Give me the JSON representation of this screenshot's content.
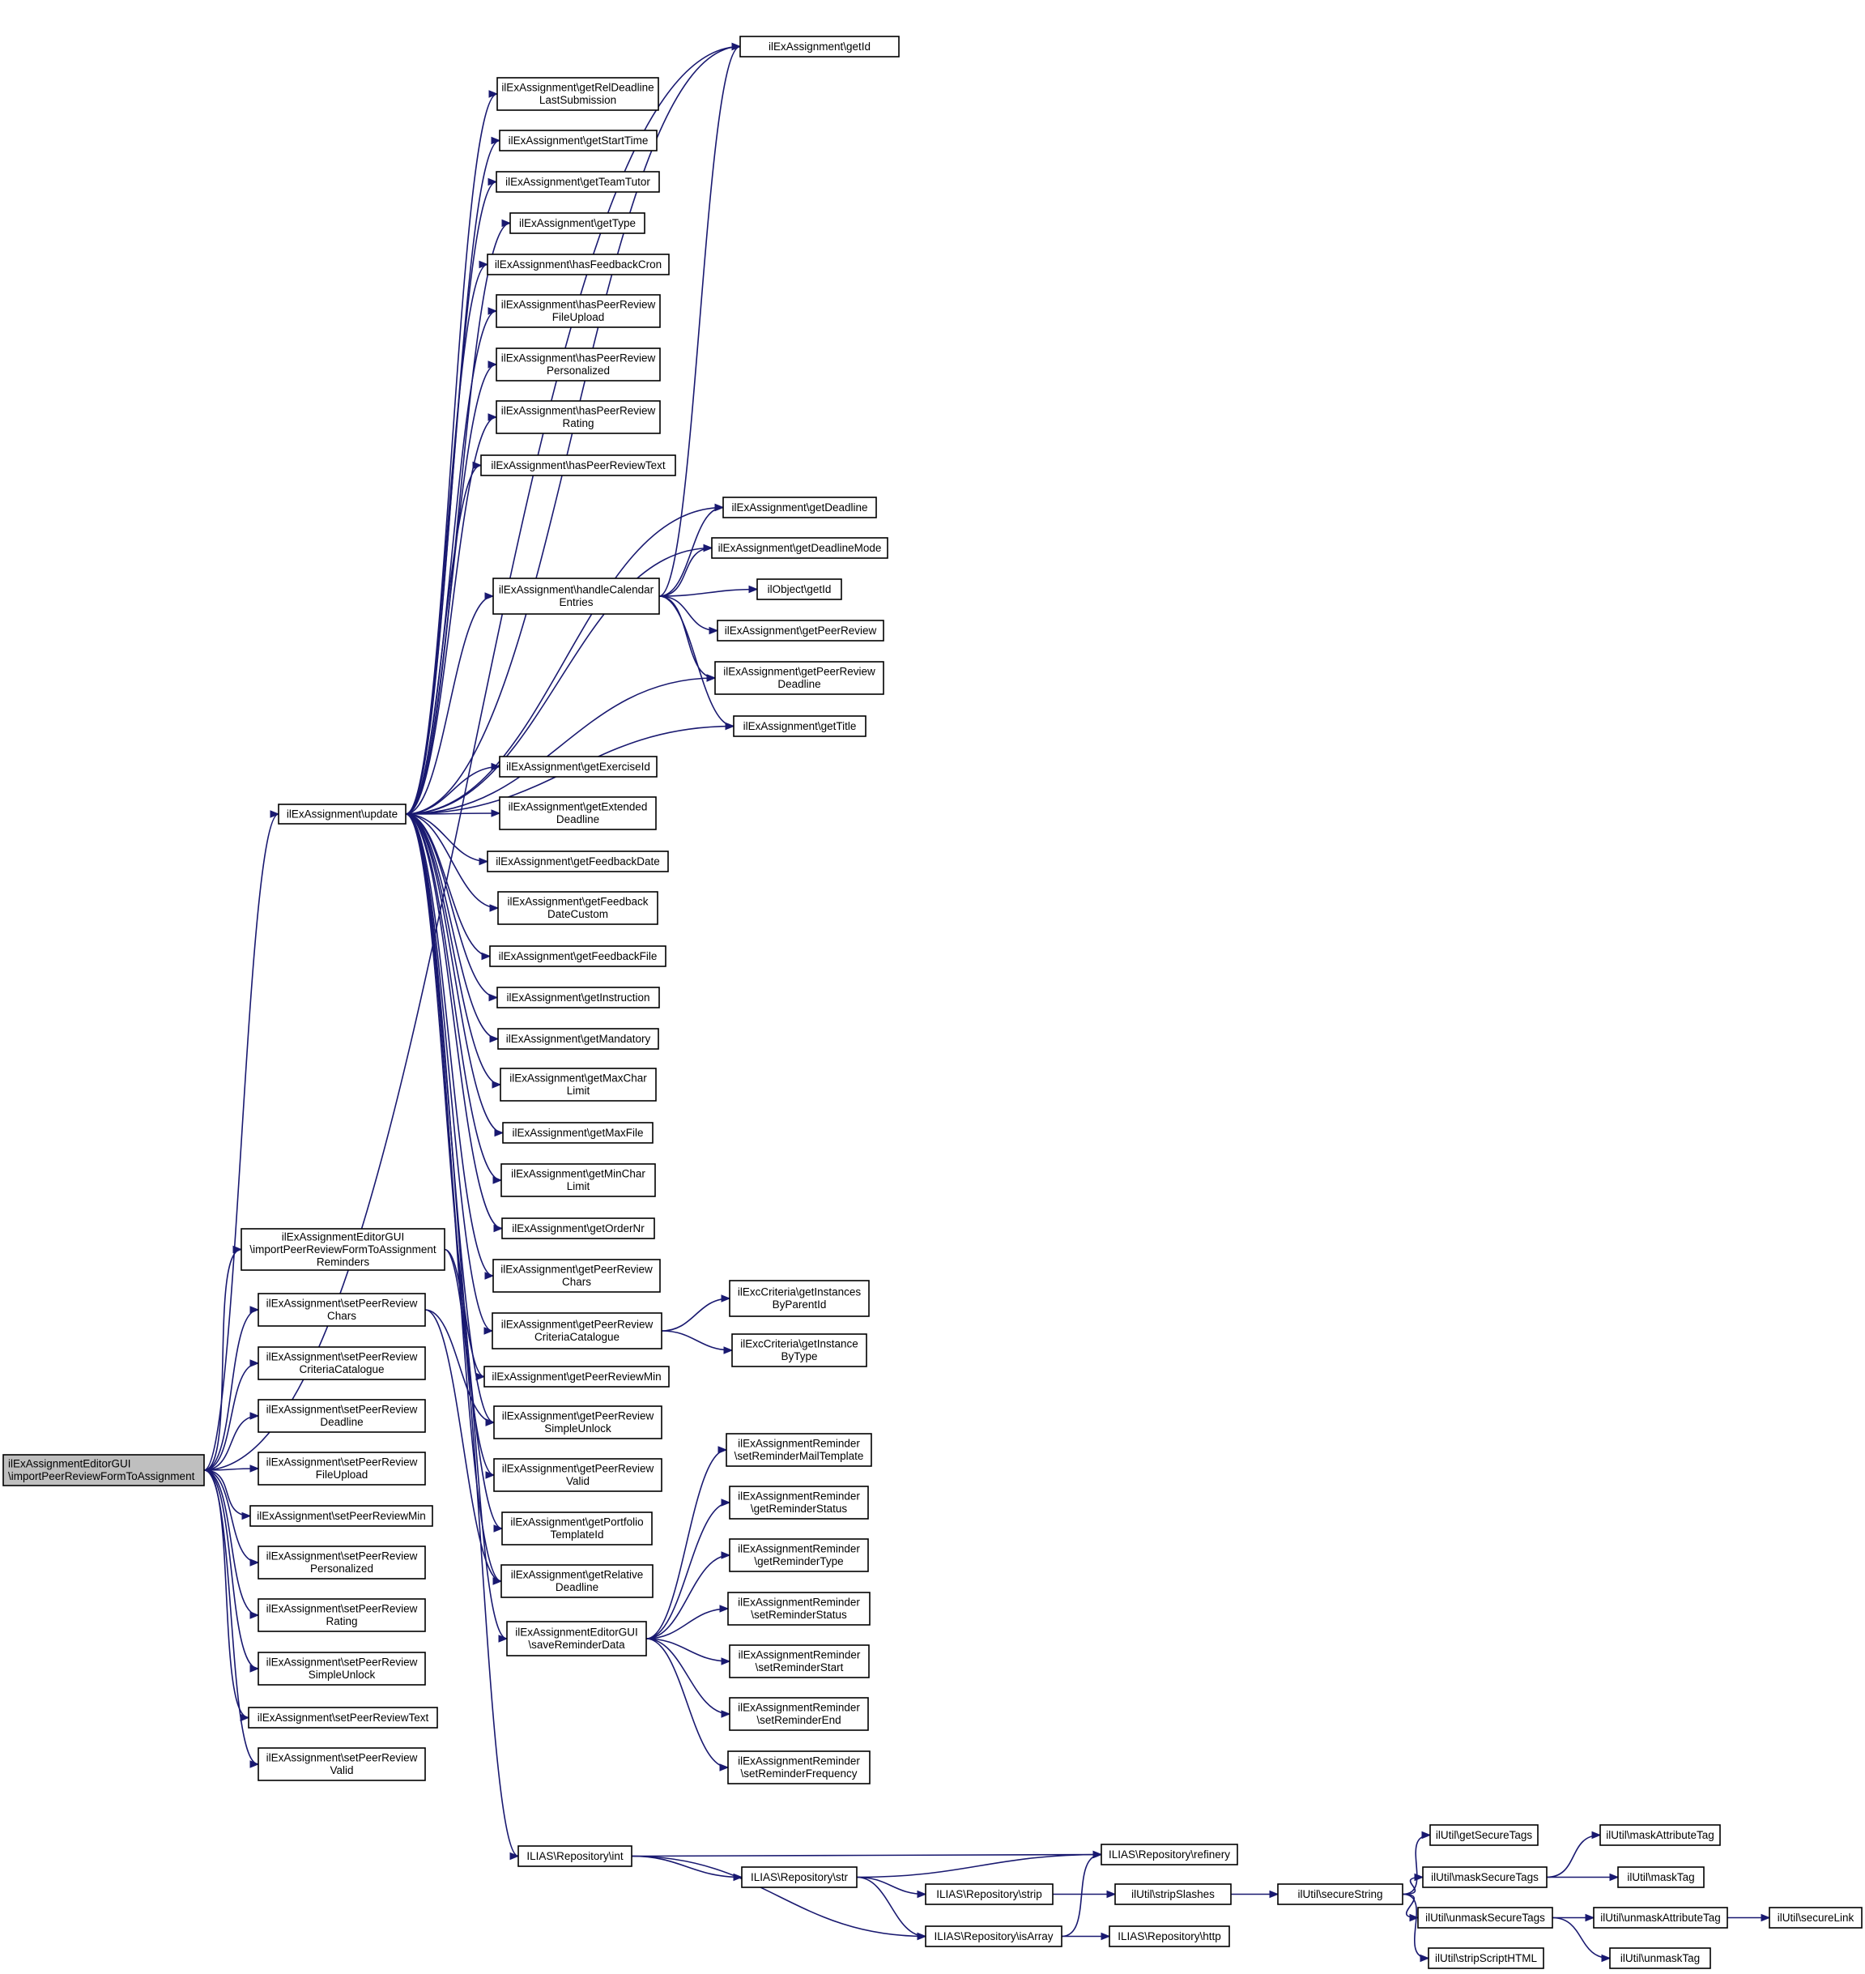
{
  "diagram": {
    "style": {
      "edge_color": "#191970",
      "root_fill": "#bfbfbf",
      "node_fill": "#ffffff",
      "border_color": "#000000"
    },
    "nodes": [
      {
        "id": "root",
        "lines": [
          "ilExAssignmentEditorGUI",
          "\\importPeerReviewFormToAssignment"
        ]
      },
      {
        "id": "update",
        "lines": [
          "ilExAssignment\\update"
        ]
      },
      {
        "id": "getId",
        "lines": [
          "ilExAssignment\\getId"
        ]
      },
      {
        "id": "getRelDeadline",
        "lines": [
          "ilExAssignment\\getRelDeadline",
          "LastSubmission"
        ]
      },
      {
        "id": "getStartTime",
        "lines": [
          "ilExAssignment\\getStartTime"
        ]
      },
      {
        "id": "getTeamTutor",
        "lines": [
          "ilExAssignment\\getTeamTutor"
        ]
      },
      {
        "id": "getType",
        "lines": [
          "ilExAssignment\\getType"
        ]
      },
      {
        "id": "hasFeedbackCron",
        "lines": [
          "ilExAssignment\\hasFeedbackCron"
        ]
      },
      {
        "id": "hasPRFileUpload",
        "lines": [
          "ilExAssignment\\hasPeerReview",
          "FileUpload"
        ]
      },
      {
        "id": "hasPRPersonalized",
        "lines": [
          "ilExAssignment\\hasPeerReview",
          "Personalized"
        ]
      },
      {
        "id": "hasPRRating",
        "lines": [
          "ilExAssignment\\hasPeerReview",
          "Rating"
        ]
      },
      {
        "id": "hasPRText",
        "lines": [
          "ilExAssignment\\hasPeerReviewText"
        ]
      },
      {
        "id": "getDeadline",
        "lines": [
          "ilExAssignment\\getDeadline"
        ]
      },
      {
        "id": "getDeadlineMode",
        "lines": [
          "ilExAssignment\\getDeadlineMode"
        ]
      },
      {
        "id": "handleCal",
        "lines": [
          "ilExAssignment\\handleCalendar",
          "Entries"
        ]
      },
      {
        "id": "ilObjectGetId",
        "lines": [
          "ilObject\\getId"
        ]
      },
      {
        "id": "getPeerReview",
        "lines": [
          "ilExAssignment\\getPeerReview"
        ]
      },
      {
        "id": "getPRDeadline",
        "lines": [
          "ilExAssignment\\getPeerReview",
          "Deadline"
        ]
      },
      {
        "id": "getTitle",
        "lines": [
          "ilExAssignment\\getTitle"
        ]
      },
      {
        "id": "getExerciseId",
        "lines": [
          "ilExAssignment\\getExerciseId"
        ]
      },
      {
        "id": "getExtDeadline",
        "lines": [
          "ilExAssignment\\getExtended",
          "Deadline"
        ]
      },
      {
        "id": "getFeedbackDate",
        "lines": [
          "ilExAssignment\\getFeedbackDate"
        ]
      },
      {
        "id": "getFeedbackDateCustom",
        "lines": [
          "ilExAssignment\\getFeedback",
          "DateCustom"
        ]
      },
      {
        "id": "getFeedbackFile",
        "lines": [
          "ilExAssignment\\getFeedbackFile"
        ]
      },
      {
        "id": "getInstruction",
        "lines": [
          "ilExAssignment\\getInstruction"
        ]
      },
      {
        "id": "getMandatory",
        "lines": [
          "ilExAssignment\\getMandatory"
        ]
      },
      {
        "id": "getMaxChar",
        "lines": [
          "ilExAssignment\\getMaxChar",
          "Limit"
        ]
      },
      {
        "id": "getMaxFile",
        "lines": [
          "ilExAssignment\\getMaxFile"
        ]
      },
      {
        "id": "getMinChar",
        "lines": [
          "ilExAssignment\\getMinChar",
          "Limit"
        ]
      },
      {
        "id": "getOrderNr",
        "lines": [
          "ilExAssignment\\getOrderNr"
        ]
      },
      {
        "id": "getPRChars",
        "lines": [
          "ilExAssignment\\getPeerReview",
          "Chars"
        ]
      },
      {
        "id": "getPRCrit",
        "lines": [
          "ilExAssignment\\getPeerReview",
          "CriteriaCatalogue"
        ]
      },
      {
        "id": "getInstances",
        "lines": [
          "ilExcCriteria\\getInstances",
          "ByParentId"
        ]
      },
      {
        "id": "getInstance",
        "lines": [
          "ilExcCriteria\\getInstance",
          "ByType"
        ]
      },
      {
        "id": "getPRMin",
        "lines": [
          "ilExAssignment\\getPeerReviewMin"
        ]
      },
      {
        "id": "getPRSimple",
        "lines": [
          "ilExAssignment\\getPeerReview",
          "SimpleUnlock"
        ]
      },
      {
        "id": "getPRValid",
        "lines": [
          "ilExAssignment\\getPeerReview",
          "Valid"
        ]
      },
      {
        "id": "getPortfolio",
        "lines": [
          "ilExAssignment\\getPortfolio",
          "TemplateId"
        ]
      },
      {
        "id": "getRelative",
        "lines": [
          "ilExAssignment\\getRelative",
          "Deadline"
        ]
      },
      {
        "id": "saveReminder",
        "lines": [
          "ilExAssignmentEditorGUI",
          "\\saveReminderData"
        ]
      },
      {
        "id": "remMail",
        "lines": [
          "ilExAssignmentReminder",
          "\\setReminderMailTemplate"
        ]
      },
      {
        "id": "remGetStatus",
        "lines": [
          "ilExAssignmentReminder",
          "\\getReminderStatus"
        ]
      },
      {
        "id": "remGetType",
        "lines": [
          "ilExAssignmentReminder",
          "\\getReminderType"
        ]
      },
      {
        "id": "remSetStatus",
        "lines": [
          "ilExAssignmentReminder",
          "\\setReminderStatus"
        ]
      },
      {
        "id": "remSetStart",
        "lines": [
          "ilExAssignmentReminder",
          "\\setReminderStart"
        ]
      },
      {
        "id": "remSetEnd",
        "lines": [
          "ilExAssignmentReminder",
          "\\setReminderEnd"
        ]
      },
      {
        "id": "remSetFreq",
        "lines": [
          "ilExAssignmentReminder",
          "\\setReminderFrequency"
        ]
      },
      {
        "id": "importReminders",
        "lines": [
          "ilExAssignmentEditorGUI",
          "\\importPeerReviewFormToAssignment",
          "Reminders"
        ]
      },
      {
        "id": "setPRChars",
        "lines": [
          "ilExAssignment\\setPeerReview",
          "Chars"
        ]
      },
      {
        "id": "setPRCrit",
        "lines": [
          "ilExAssignment\\setPeerReview",
          "CriteriaCatalogue"
        ]
      },
      {
        "id": "setPRDeadline",
        "lines": [
          "ilExAssignment\\setPeerReview",
          "Deadline"
        ]
      },
      {
        "id": "setPRFileUpload",
        "lines": [
          "ilExAssignment\\setPeerReview",
          "FileUpload"
        ]
      },
      {
        "id": "setPRMin",
        "lines": [
          "ilExAssignment\\setPeerReviewMin"
        ]
      },
      {
        "id": "setPRPersonalized",
        "lines": [
          "ilExAssignment\\setPeerReview",
          "Personalized"
        ]
      },
      {
        "id": "setPRRating",
        "lines": [
          "ilExAssignment\\setPeerReview",
          "Rating"
        ]
      },
      {
        "id": "setPRSimple",
        "lines": [
          "ilExAssignment\\setPeerReview",
          "SimpleUnlock"
        ]
      },
      {
        "id": "setPRText",
        "lines": [
          "ilExAssignment\\setPeerReviewText"
        ]
      },
      {
        "id": "setPRValid",
        "lines": [
          "ilExAssignment\\setPeerReview",
          "Valid"
        ]
      },
      {
        "id": "repoInt",
        "lines": [
          "ILIAS\\Repository\\int"
        ]
      },
      {
        "id": "repoRefinery",
        "lines": [
          "ILIAS\\Repository\\refinery"
        ]
      },
      {
        "id": "repoStr",
        "lines": [
          "ILIAS\\Repository\\str"
        ]
      },
      {
        "id": "repoStrip",
        "lines": [
          "ILIAS\\Repository\\strip"
        ]
      },
      {
        "id": "repoIsArray",
        "lines": [
          "ILIAS\\Repository\\isArray"
        ]
      },
      {
        "id": "repoHttp",
        "lines": [
          "ILIAS\\Repository\\http"
        ]
      },
      {
        "id": "stripSlashes",
        "lines": [
          "ilUtil\\stripSlashes"
        ]
      },
      {
        "id": "secureString",
        "lines": [
          "ilUtil\\secureString"
        ]
      },
      {
        "id": "getSecureTags",
        "lines": [
          "ilUtil\\getSecureTags"
        ]
      },
      {
        "id": "maskSecureTags",
        "lines": [
          "ilUtil\\maskSecureTags"
        ]
      },
      {
        "id": "unmaskSecureTags",
        "lines": [
          "ilUtil\\unmaskSecureTags"
        ]
      },
      {
        "id": "stripScriptHTML",
        "lines": [
          "ilUtil\\stripScriptHTML"
        ]
      },
      {
        "id": "maskAttributeTag",
        "lines": [
          "ilUtil\\maskAttributeTag"
        ]
      },
      {
        "id": "maskTag",
        "lines": [
          "ilUtil\\maskTag"
        ]
      },
      {
        "id": "unmaskAttributeTag",
        "lines": [
          "ilUtil\\unmaskAttributeTag"
        ]
      },
      {
        "id": "unmaskTag",
        "lines": [
          "ilUtil\\unmaskTag"
        ]
      },
      {
        "id": "secureLink",
        "lines": [
          "ilUtil\\secureLink"
        ]
      }
    ],
    "edges": [
      [
        "root",
        "update"
      ],
      [
        "root",
        "getId"
      ],
      [
        "root",
        "importReminders"
      ],
      [
        "root",
        "setPRChars"
      ],
      [
        "root",
        "setPRCrit"
      ],
      [
        "root",
        "setPRDeadline"
      ],
      [
        "root",
        "setPRFileUpload"
      ],
      [
        "root",
        "setPRMin"
      ],
      [
        "root",
        "setPRPersonalized"
      ],
      [
        "root",
        "setPRRating"
      ],
      [
        "root",
        "setPRSimple"
      ],
      [
        "root",
        "setPRText"
      ],
      [
        "root",
        "setPRValid"
      ],
      [
        "update",
        "getId"
      ],
      [
        "update",
        "getRelDeadline"
      ],
      [
        "update",
        "getStartTime"
      ],
      [
        "update",
        "getTeamTutor"
      ],
      [
        "update",
        "getType"
      ],
      [
        "update",
        "hasFeedbackCron"
      ],
      [
        "update",
        "hasPRFileUpload"
      ],
      [
        "update",
        "hasPRPersonalized"
      ],
      [
        "update",
        "hasPRRating"
      ],
      [
        "update",
        "hasPRText"
      ],
      [
        "update",
        "getDeadline"
      ],
      [
        "update",
        "getDeadlineMode"
      ],
      [
        "update",
        "handleCal"
      ],
      [
        "update",
        "getPRDeadline"
      ],
      [
        "update",
        "getTitle"
      ],
      [
        "update",
        "getExerciseId"
      ],
      [
        "update",
        "getExtDeadline"
      ],
      [
        "update",
        "getFeedbackDate"
      ],
      [
        "update",
        "getFeedbackDateCustom"
      ],
      [
        "update",
        "getFeedbackFile"
      ],
      [
        "update",
        "getInstruction"
      ],
      [
        "update",
        "getMandatory"
      ],
      [
        "update",
        "getMaxChar"
      ],
      [
        "update",
        "getMaxFile"
      ],
      [
        "update",
        "getMinChar"
      ],
      [
        "update",
        "getOrderNr"
      ],
      [
        "update",
        "getPRChars"
      ],
      [
        "update",
        "getPRCrit"
      ],
      [
        "update",
        "getPRMin"
      ],
      [
        "update",
        "getPRSimple"
      ],
      [
        "update",
        "getPRValid"
      ],
      [
        "update",
        "getPortfolio"
      ],
      [
        "update",
        "getRelative"
      ],
      [
        "handleCal",
        "getId"
      ],
      [
        "handleCal",
        "getDeadline"
      ],
      [
        "handleCal",
        "getDeadlineMode"
      ],
      [
        "handleCal",
        "ilObjectGetId"
      ],
      [
        "handleCal",
        "getPeerReview"
      ],
      [
        "handleCal",
        "getPRDeadline"
      ],
      [
        "handleCal",
        "getTitle"
      ],
      [
        "getPRCrit",
        "getInstances"
      ],
      [
        "getPRCrit",
        "getInstance"
      ],
      [
        "importReminders",
        "saveReminder"
      ],
      [
        "importReminders",
        "repoInt"
      ],
      [
        "setPRChars",
        "getPRSimple"
      ],
      [
        "setPRChars",
        "getRelative"
      ],
      [
        "saveReminder",
        "remMail"
      ],
      [
        "saveReminder",
        "remGetStatus"
      ],
      [
        "saveReminder",
        "remGetType"
      ],
      [
        "saveReminder",
        "remSetStatus"
      ],
      [
        "saveReminder",
        "remSetStart"
      ],
      [
        "saveReminder",
        "remSetEnd"
      ],
      [
        "saveReminder",
        "remSetFreq"
      ],
      [
        "repoInt",
        "repoRefinery"
      ],
      [
        "repoInt",
        "repoStr"
      ],
      [
        "repoInt",
        "repoIsArray"
      ],
      [
        "repoStr",
        "repoRefinery"
      ],
      [
        "repoStr",
        "repoStrip"
      ],
      [
        "repoStr",
        "repoIsArray"
      ],
      [
        "repoStrip",
        "stripSlashes"
      ],
      [
        "repoIsArray",
        "repoRefinery"
      ],
      [
        "repoIsArray",
        "repoHttp"
      ],
      [
        "stripSlashes",
        "secureString"
      ],
      [
        "secureString",
        "getSecureTags"
      ],
      [
        "secureString",
        "maskSecureTags"
      ],
      [
        "secureString",
        "unmaskSecureTags"
      ],
      [
        "secureString",
        "stripScriptHTML"
      ],
      [
        "maskSecureTags",
        "maskAttributeTag"
      ],
      [
        "maskSecureTags",
        "maskTag"
      ],
      [
        "unmaskSecureTags",
        "unmaskAttributeTag"
      ],
      [
        "unmaskSecureTags",
        "unmaskTag"
      ],
      [
        "unmaskAttributeTag",
        "secureLink"
      ]
    ]
  }
}
